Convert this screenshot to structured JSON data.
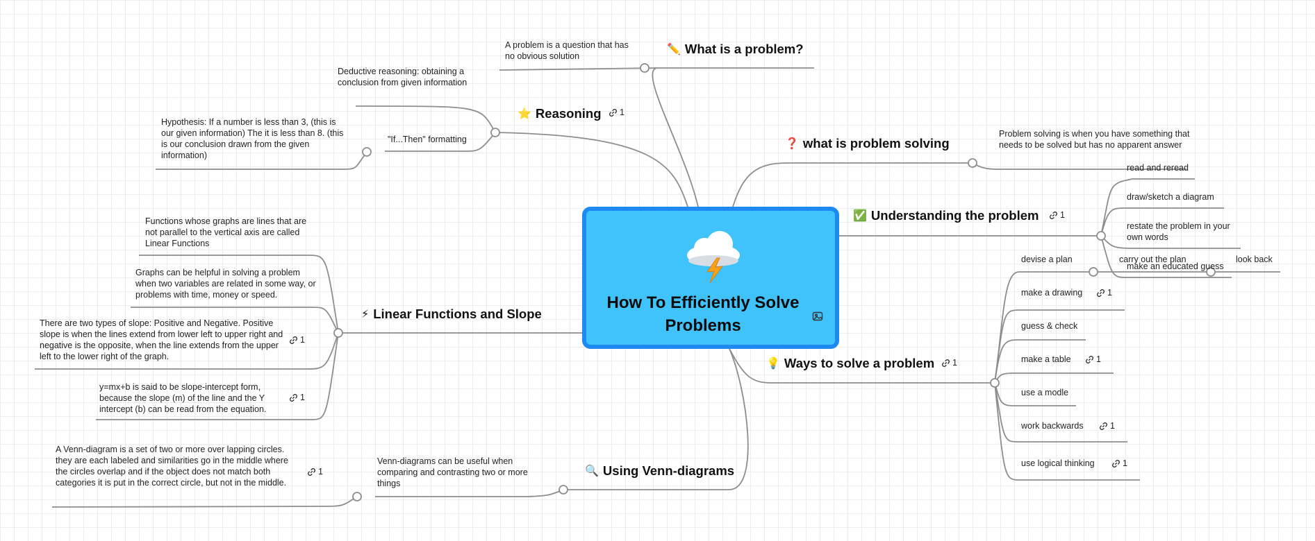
{
  "center": {
    "title": "How To Efficiently Solve Problems",
    "icon": "storm-cloud-icon",
    "attachment_icon": "image-icon"
  },
  "branches": {
    "what_is_problem": {
      "label": "What is a problem?",
      "emoji": "✏️",
      "children": [
        "A problem is a question that has no obvious solution"
      ]
    },
    "reasoning": {
      "label": "Reasoning",
      "emoji": "⭐",
      "links": "1",
      "children": {
        "deductive": "Deductive reasoning: obtaining a conclusion from given information",
        "if_then": "\"If...Then\" formatting",
        "hypothesis": "Hypothesis: If a number is less than 3, (this is our given information) The it is less than 8. (this is our conclusion drawn from the given information)"
      }
    },
    "problem_solving": {
      "label": "what is problem solving",
      "emoji": "❓",
      "children": [
        "Problem solving is when you have something that needs to be solved but has no apparent answer"
      ]
    },
    "understanding": {
      "label": "Understanding the problem",
      "emoji": "✅",
      "links": "1",
      "children": [
        "read and reread",
        "draw/sketch a diagram",
        "restate the problem in your own words",
        "make an educated guess"
      ]
    },
    "ways": {
      "label": "Ways to solve a problem",
      "emoji": "💡",
      "links": "1",
      "children": [
        {
          "label": "devise a plan"
        },
        {
          "label": "make a drawing",
          "links": "1"
        },
        {
          "label": "guess & check"
        },
        {
          "label": "make a table",
          "links": "1"
        },
        {
          "label": "use a modle"
        },
        {
          "label": "work backwards",
          "links": "1"
        },
        {
          "label": "use logical thinking",
          "links": "1"
        }
      ],
      "devise_children": {
        "carry_out": "carry out the plan",
        "look_back": "look back"
      }
    },
    "linear": {
      "label": "Linear Functions and Slope",
      "emoji": "⚡",
      "children": [
        {
          "text": "Functions whose graphs are lines that are not parallel to the vertical axis are called Linear Functions"
        },
        {
          "text": "Graphs can be helpful in solving a problem when two variables are related in some way, or problems with time, money or speed."
        },
        {
          "text": "There are two types of slope: Positive and Negative. Positive slope is when the lines extend from lower left to upper right and negative is the opposite, when the line extends from the upper left to the lower right of the graph.",
          "links": "1"
        },
        {
          "text": "y=mx+b is said to be slope-intercept form, because the slope (m) of the line and the Y intercept (b) can be read from the equation.",
          "links": "1"
        }
      ]
    },
    "venn": {
      "label": "Using Venn-diagrams",
      "emoji": "🔍",
      "children": {
        "useful": "Venn-diagrams can be useful when comparing and contrasting two or more things",
        "definition": "A Venn-diagram is a set of two or more over lapping circles. they are each labeled and similarities go in the middle where the circles overlap and if the object does not match both categories it is put in the correct circle, but not in the middle.",
        "definition_links": "1"
      }
    }
  },
  "colors": {
    "center_fill": "#3fc3fa",
    "center_border": "#1d8af2",
    "connector": "#8a8a8a",
    "grid": "#ececec"
  }
}
